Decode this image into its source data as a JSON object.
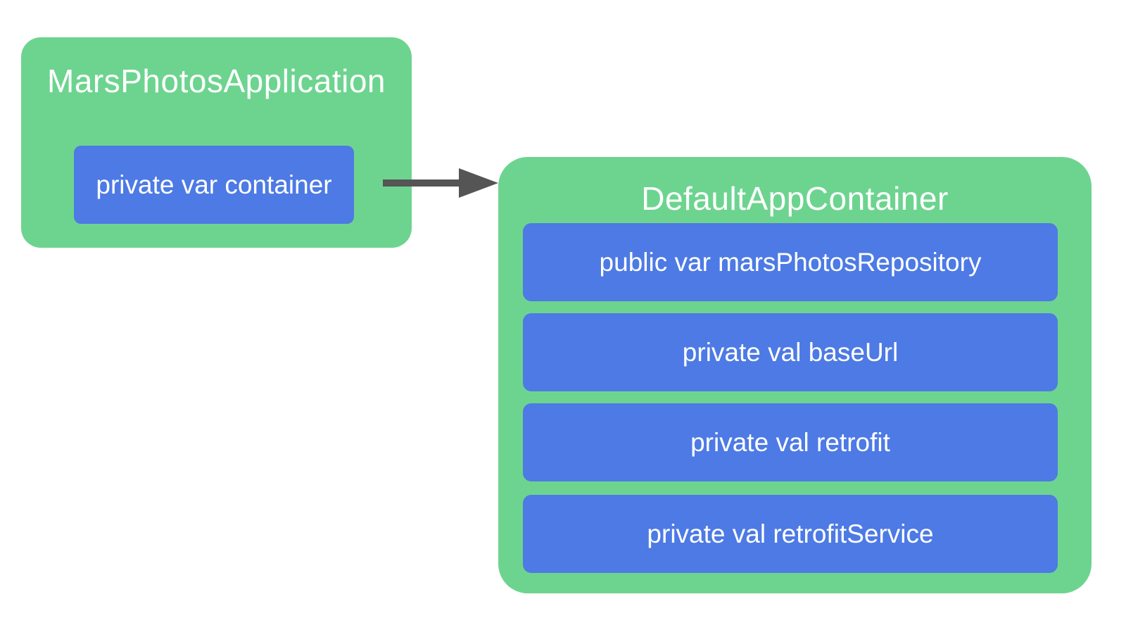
{
  "diagram": {
    "type": "class-diagram",
    "background_color": "#ffffff",
    "colors": {
      "container_fill": "#6dd48f",
      "member_fill": "#4d7ae4",
      "text": "#ffffff",
      "arrow": "#555555"
    },
    "nodes": [
      {
        "title": "MarsPhotosApplication",
        "members": [
          "private var container"
        ]
      },
      {
        "title": "DefaultAppContainer",
        "members": [
          "public var marsPhotosRepository",
          "private val baseUrl",
          "private val retrofit",
          "private val retrofitService"
        ]
      }
    ],
    "arrow": {
      "from": "private var container",
      "to": "DefaultAppContainer",
      "direction": "right"
    }
  }
}
